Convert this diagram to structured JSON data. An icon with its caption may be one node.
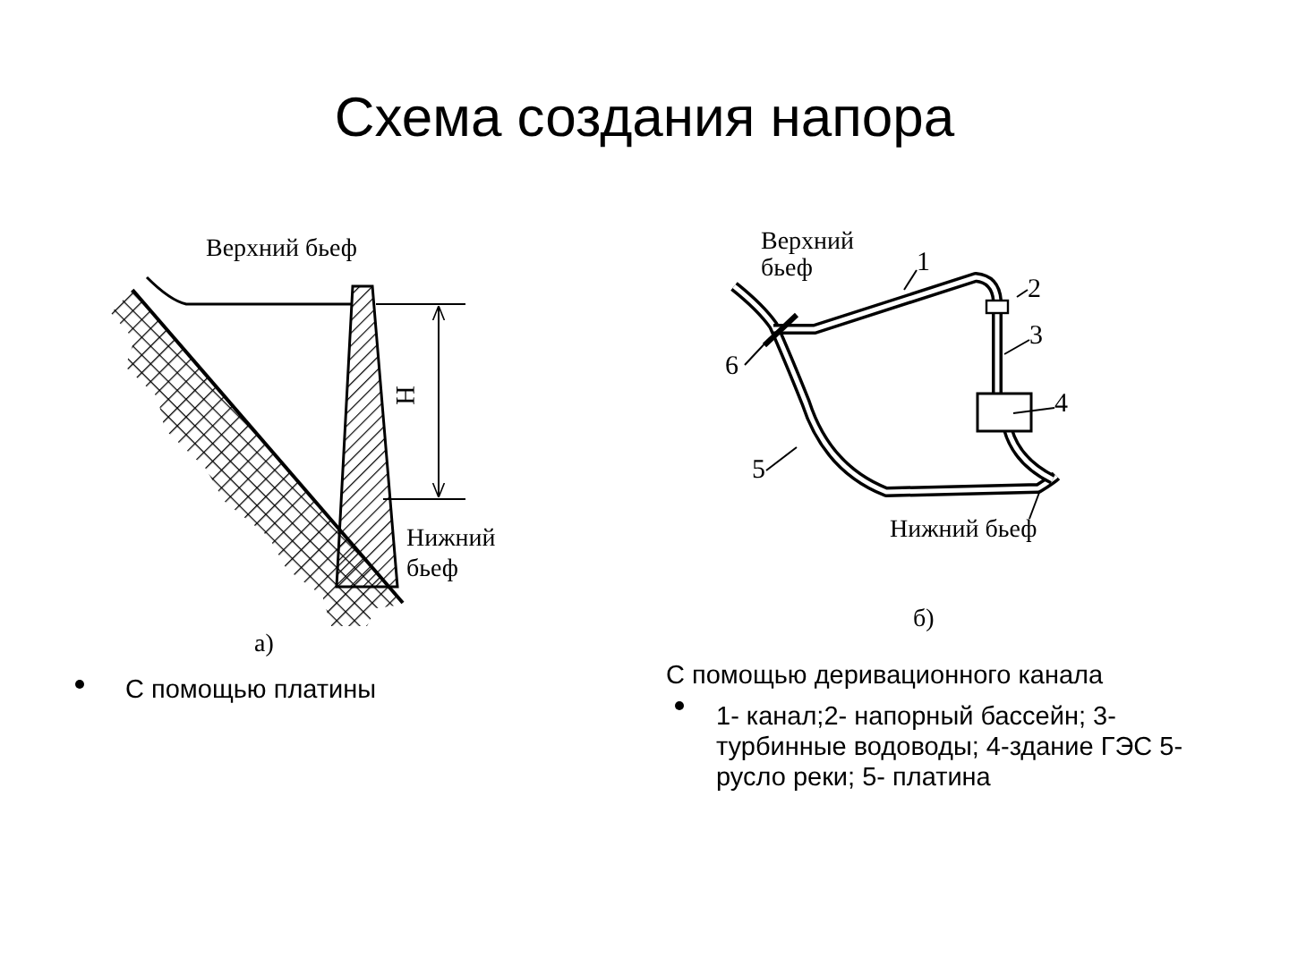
{
  "diagram": {
    "title": "Схема создания напора",
    "nodes": [
      {
        "text": [
          "1"
        ]
      },
      {
        "text": [
          "2"
        ]
      },
      {
        "text": [
          "3"
        ]
      },
      {
        "text": [
          "4"
        ]
      },
      {
        "text": [
          "5"
        ]
      },
      {
        "text": [
          "6"
        ]
      },
      {
        "text": [
          "Нижний бьеф"
        ]
      }
    ],
    "edges": [
      {
        "from": 0,
        "to": null,
        "arrow": "none"
      },
      {
        "from": 1,
        "to": null,
        "arrow": "none"
      },
      {
        "from": 2,
        "to": null,
        "arrow": "none"
      },
      {
        "from": 3,
        "to": null,
        "arrow": "none"
      },
      {
        "from": 4,
        "to": null,
        "arrow": "none"
      },
      {
        "from": 5,
        "to": null,
        "arrow": "none"
      },
      {
        "from": 6,
        "to": null,
        "arrow": "none"
      }
    ],
    "labels": [
      "Верхний бьеф",
      "Н",
      "Нижний бьеф",
      "а)",
      "Верхний бьеф",
      "б)",
      "С помощью платины",
      "С помощью деривационного канала",
      "1- канал;2- напорный бассейн; 3- турбинные водоводы; 4-здание ГЭС 5- русло реки; 5- платина"
    ]
  }
}
